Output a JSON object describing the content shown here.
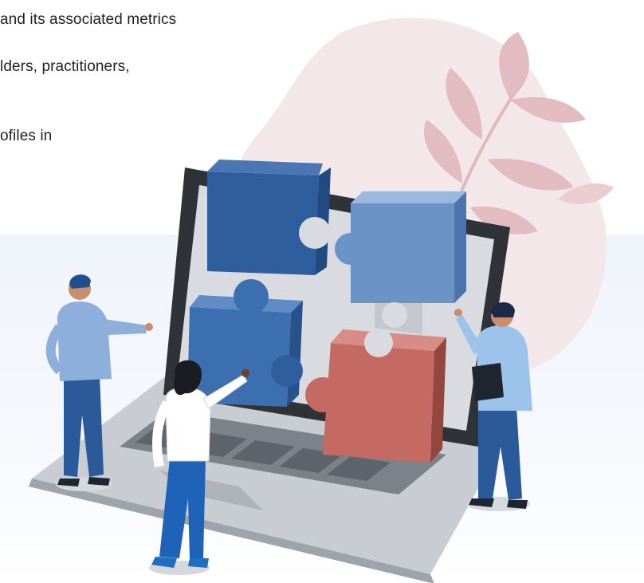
{
  "text": {
    "line1": "and its associated metrics",
    "line2": "lders, practitioners,",
    "line3": "ofiles in"
  },
  "illustration": {
    "subject": "people-assembling-puzzle-pieces-on-laptop",
    "colors": {
      "blob": "#f3e6e8",
      "leaf": "#e2bcc1",
      "screen_frame": "#2f3338",
      "laptop_body": "#c9ccd2",
      "puzzle_blue_dark": "#2e5e9e",
      "puzzle_blue_light": "#6b93c5",
      "puzzle_red": "#c46a63",
      "person_blue": "#8eaedb",
      "pants_blue": "#2b5a9b"
    }
  }
}
